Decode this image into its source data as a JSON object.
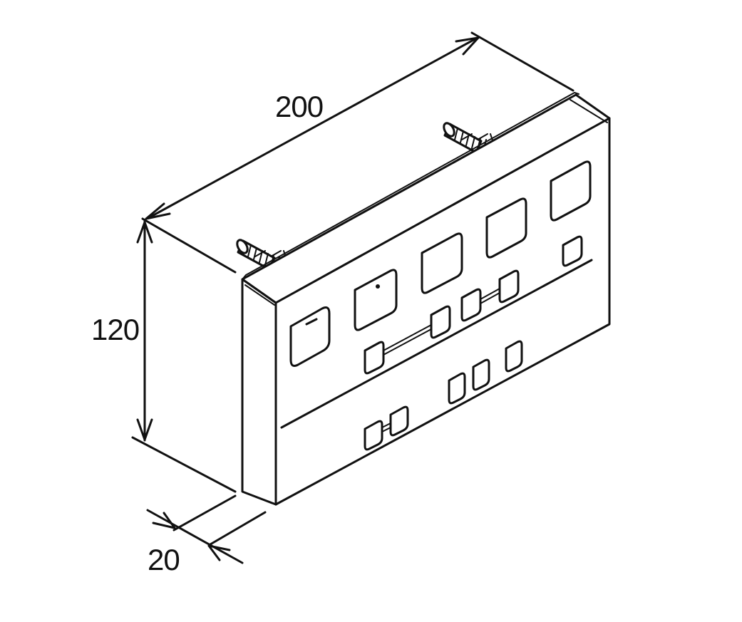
{
  "dimensions": {
    "length": "200",
    "height": "120",
    "depth": "20"
  },
  "colors": {
    "line": "#111111",
    "background": "#ffffff"
  }
}
